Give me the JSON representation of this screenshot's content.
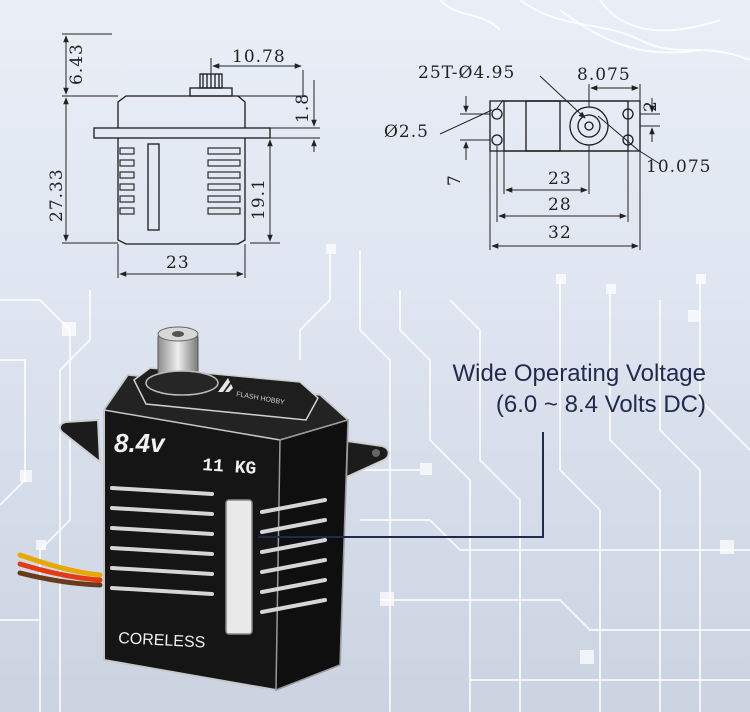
{
  "dimensions": {
    "side_view": {
      "height_top": "6.43",
      "horn_offset": "10.78",
      "flange_thickness": "1.8",
      "total_height": "27.33",
      "lower_height": "19.1",
      "width": "23"
    },
    "top_view": {
      "spline": "25T-Ø4.95",
      "shaft_offset": "8.075",
      "hole_diameter": "Ø2.5",
      "hole_spacing": "2",
      "shaft_to_edge": "10.075",
      "hole_offset": "7",
      "body_width": "23",
      "hole_to_hole": "28",
      "overall_width": "32"
    }
  },
  "product": {
    "voltage_label": "8.4v",
    "torque_label": "11 KG",
    "motor_label": "CORELESS",
    "brand_label": "FLASH HOBBY"
  },
  "callout": {
    "line1": "Wide Operating Voltage",
    "line2": "(6.0 ~ 8.4 Volts DC)"
  },
  "colors": {
    "callout_text": "#1f2a4e",
    "circuit_lines": "#ffffff",
    "servo_body": "#151515",
    "servo_edge": "#c8c8c8"
  }
}
